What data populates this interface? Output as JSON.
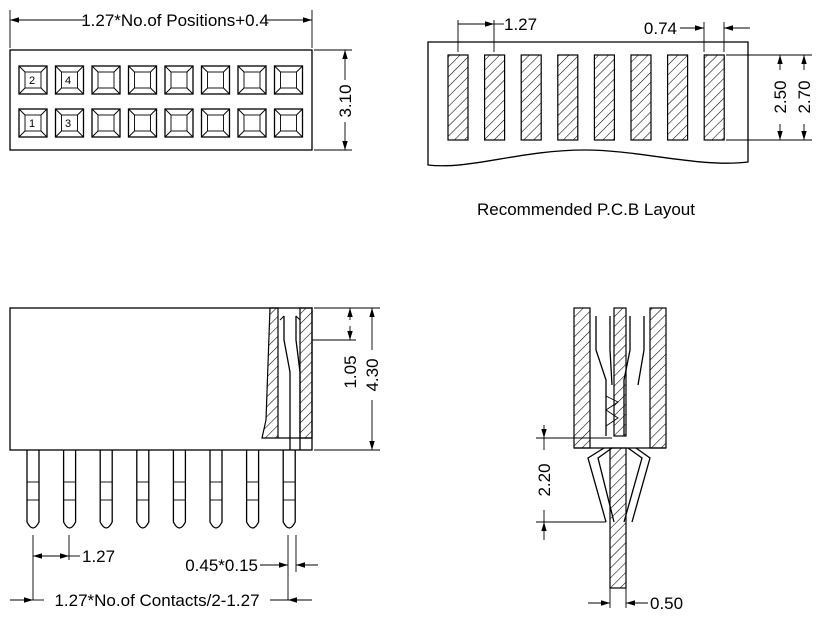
{
  "top_view": {
    "width_dim": "1.27*No.of Positions+0.4",
    "height_dim": "3.10",
    "pin_labels": [
      "2",
      "4",
      "1",
      "3"
    ],
    "columns": 8
  },
  "pcb_layout": {
    "pitch_dim": "1.27",
    "pad_width_dim": "0.74",
    "pad_length_dim": "2.50",
    "outer_length_dim": "2.70",
    "caption": "Recommended P.C.B Layout",
    "pads": 8
  },
  "side_view": {
    "pitch_dim": "1.27",
    "pin_dim": "0.45*0.15",
    "span_dim": "1.27*No.of Contacts/2-1.27",
    "contact_depth_dim": "1.05",
    "height_dim": "4.30",
    "pins": 8
  },
  "end_view": {
    "tail_dim": "2.20",
    "pin_width_dim": "0.50"
  }
}
